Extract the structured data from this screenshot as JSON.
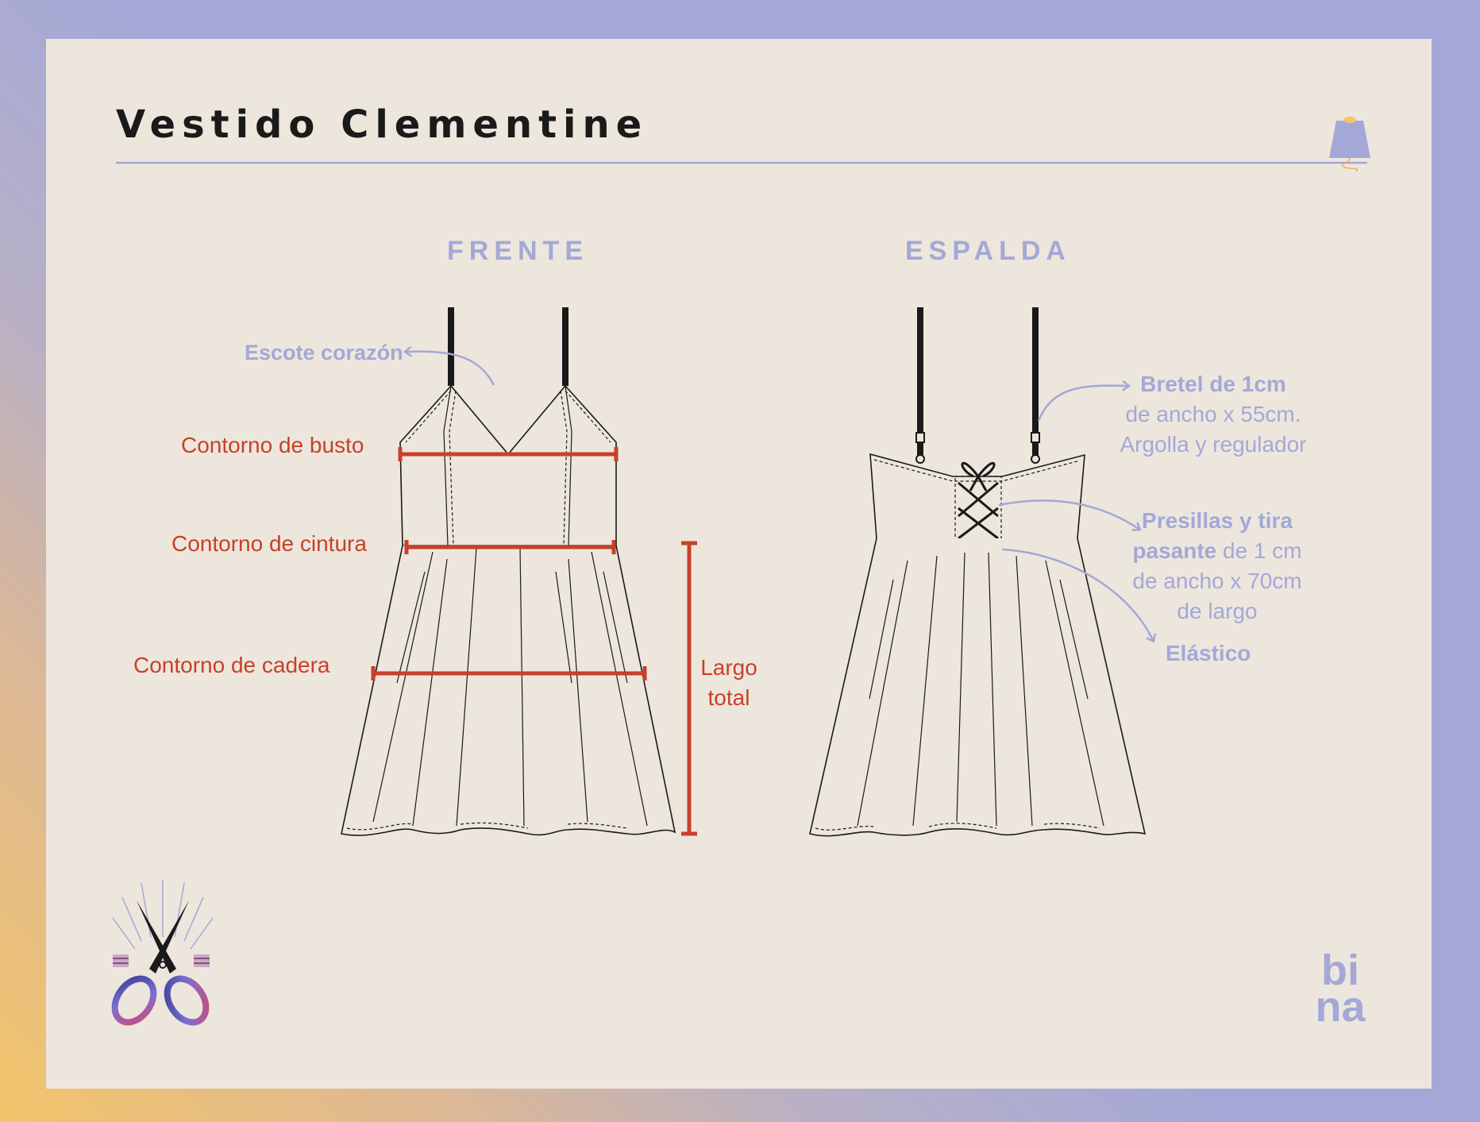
{
  "title": "Vestido Clementine",
  "views": {
    "front": "FRENTE",
    "back": "ESPALDA"
  },
  "front_notes": {
    "neckline": "Escote corazón",
    "bust": "Contorno de busto",
    "waist": "Contorno de cintura",
    "hip": "Contorno de cadera",
    "length_1": "Largo",
    "length_2": "total"
  },
  "back_notes": {
    "strap_title": "Bretel de 1cm",
    "strap_line_2": "de ancho x 55cm.",
    "strap_line_3": "Argolla y regulador",
    "loops_bold_1": "Presillas y tira",
    "loops_bold_2": "pasante",
    "loops_rest_2": " de 1 cm",
    "loops_line_3": "de ancho x 70cm",
    "loops_line_4": "de largo",
    "elastic": "Elástico"
  },
  "logo": {
    "line_1": "bi",
    "line_2": "na"
  },
  "colors": {
    "frame": "#a3a8d8",
    "card": "#ede6dc",
    "measure": "#c8402a",
    "ink": "#1a1a1a"
  },
  "icons": [
    "thread-spool-icon",
    "scissors-icon",
    "brand-logo"
  ]
}
